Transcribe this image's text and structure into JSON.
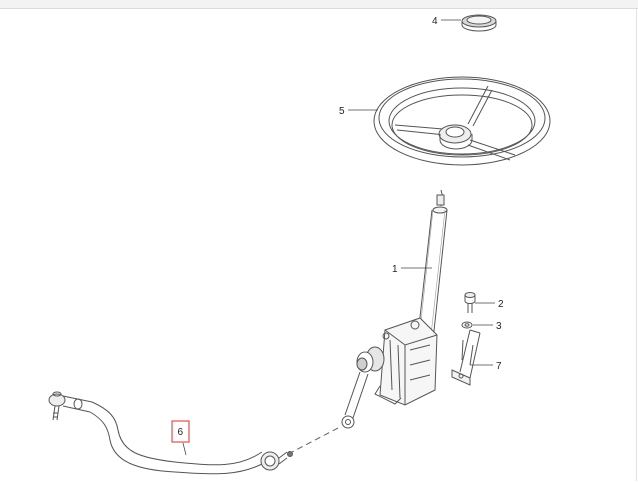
{
  "callouts": [
    {
      "id": "1",
      "label": "1",
      "part": "steering-column"
    },
    {
      "id": "2",
      "label": "2",
      "part": "bolt"
    },
    {
      "id": "3",
      "label": "3",
      "part": "washer"
    },
    {
      "id": "4",
      "label": "4",
      "part": "steering-wheel-cap"
    },
    {
      "id": "5",
      "label": "5",
      "part": "steering-wheel"
    },
    {
      "id": "6",
      "label": "6",
      "part": "tie-rod",
      "selected": true
    },
    {
      "id": "7",
      "label": "7",
      "part": "bracket"
    }
  ],
  "colors": {
    "line": "#555555",
    "highlight": "#e05050",
    "background": "#ffffff"
  }
}
